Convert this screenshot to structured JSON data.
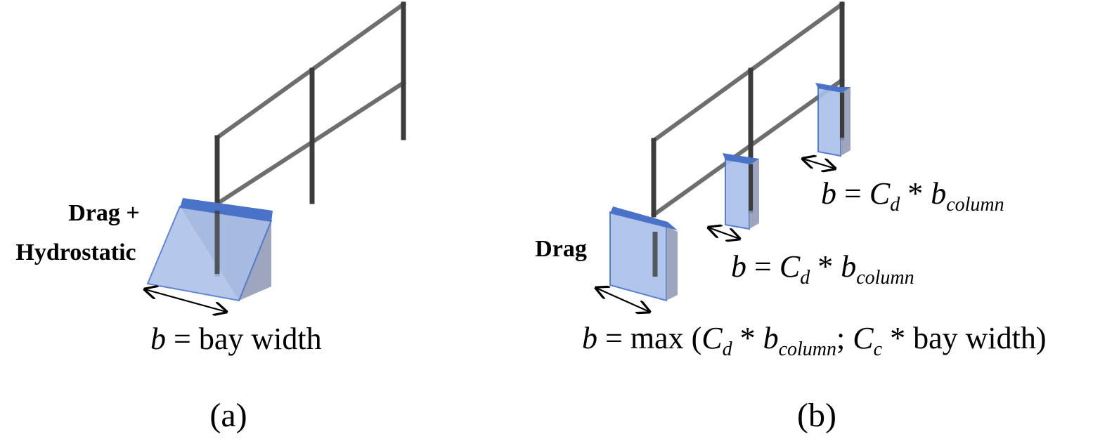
{
  "panel_a": {
    "load_label_line1": "Drag +",
    "load_label_line2": "Hydrostatic",
    "width_var": "b",
    "width_eq": " = bay width",
    "caption": "(a)"
  },
  "panel_b": {
    "load_label": "Drag",
    "eq_upper": {
      "b": "b",
      "eq": " = ",
      "C": "C",
      "C_sub": "d",
      "star": " * ",
      "b2": "b",
      "b2_sub": "column"
    },
    "eq_middle": {
      "b": "b",
      "eq": " = ",
      "C": "C",
      "C_sub": "d",
      "star": " * ",
      "b2": "b",
      "b2_sub": "column"
    },
    "eq_lower": {
      "b": "b",
      "eq": " = max (",
      "C1": "C",
      "C1_sub": "d",
      "star1": " * ",
      "b2": "b",
      "b2_sub": "column",
      "sep": "; ",
      "C2": "C",
      "C2_sub": "c",
      "tail": " * bay width)"
    },
    "caption": "(b)"
  },
  "colors": {
    "block_fill": "#a9bfe8",
    "block_edge": "#4a72c8",
    "block_side": "#8c96b0",
    "frame_light": "#6e6e6e",
    "frame_dark": "#3c3c3c"
  }
}
